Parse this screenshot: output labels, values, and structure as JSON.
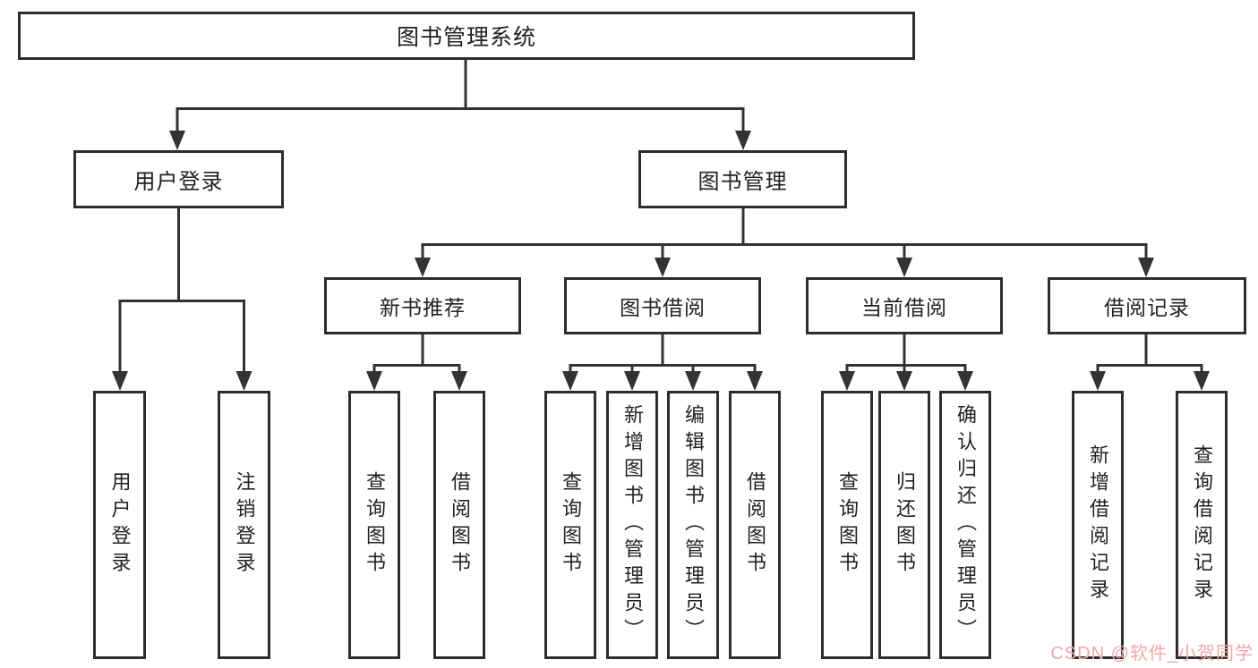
{
  "tree": {
    "root": {
      "label": "图书管理系统"
    },
    "level2": [
      {
        "label": "用户登录",
        "leaves": [
          "用户登录",
          "注销登录"
        ]
      },
      {
        "label": "图书管理",
        "groups": [
          {
            "label": "新书推荐",
            "leaves": [
              "查询图书",
              "借阅图书"
            ]
          },
          {
            "label": "图书借阅",
            "leaves": [
              "查询图书",
              "新增图书（管理员）",
              "编辑图书（管理员）",
              "借阅图书"
            ]
          },
          {
            "label": "当前借阅",
            "leaves": [
              "查询图书",
              "归还图书",
              "确认归还（管理员）"
            ]
          },
          {
            "label": "借阅记录",
            "leaves": [
              "新增借阅记录",
              "查询借阅记录"
            ]
          }
        ]
      }
    ]
  },
  "watermark": {
    "text": "CSDN @软件_小贺同学"
  },
  "colors": {
    "line": "#333333",
    "box_border": "#2d2d2d",
    "text": "#222222",
    "watermark": "#F0A8A8",
    "background": "#ffffff"
  }
}
